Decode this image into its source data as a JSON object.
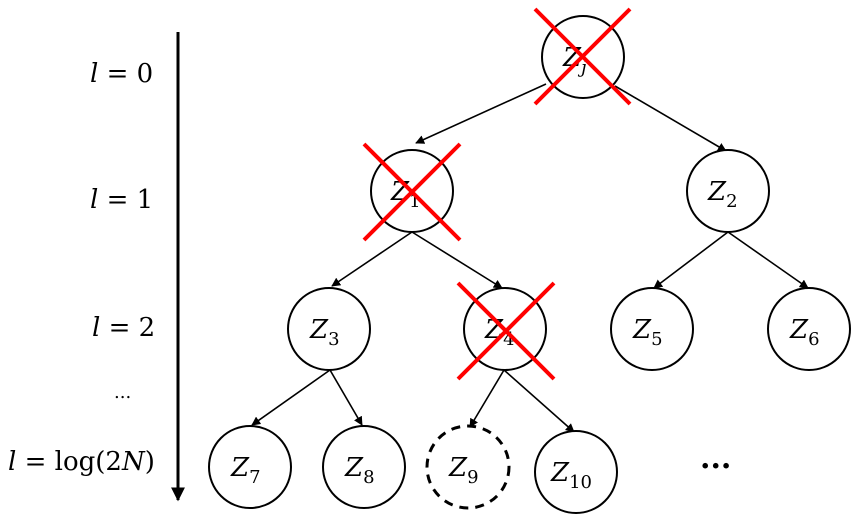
{
  "levels": [
    {
      "var": "l",
      "eq": " = ",
      "val": "0"
    },
    {
      "var": "l",
      "eq": " = ",
      "val": "1"
    },
    {
      "var": "l",
      "eq": " = ",
      "val": "2"
    },
    {
      "var": "l",
      "eq": " = ",
      "val": "log(2",
      "val_it": "N",
      "val_end": ")"
    }
  ],
  "level_ellipsis": "...",
  "row_ellipsis": "...",
  "nodes": {
    "root": {
      "base": "Z",
      "sub": "j",
      "crossed": true
    },
    "n1": {
      "base": "Z",
      "sub": "1",
      "crossed": true
    },
    "n2": {
      "base": "Z",
      "sub": "2",
      "crossed": false
    },
    "n3": {
      "base": "Z",
      "sub": "3",
      "crossed": false
    },
    "n4": {
      "base": "Z",
      "sub": "4",
      "crossed": true
    },
    "n5": {
      "base": "Z",
      "sub": "5",
      "crossed": false
    },
    "n6": {
      "base": "Z",
      "sub": "6",
      "crossed": false
    },
    "n7": {
      "base": "Z",
      "sub": "7",
      "crossed": false
    },
    "n8": {
      "base": "Z",
      "sub": "8",
      "crossed": false
    },
    "n9": {
      "base": "Z",
      "sub": "9",
      "crossed": false,
      "dashed": true
    },
    "n10": {
      "base": "Z",
      "sub": "10",
      "crossed": false
    }
  },
  "colors": {
    "cross": "#ff0000",
    "stroke": "#000000"
  }
}
